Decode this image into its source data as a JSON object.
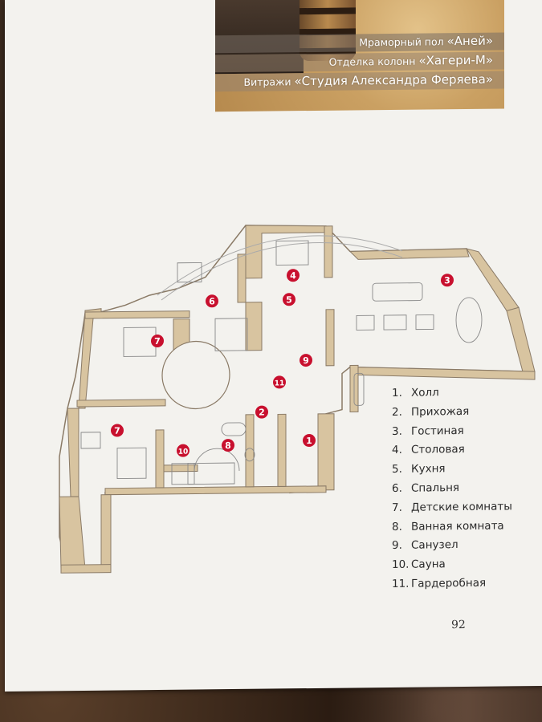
{
  "captions": {
    "line1_prefix": "Мраморный пол ",
    "line1_brand": "«Аней»",
    "line2_prefix": "Отделка колонн ",
    "line2_brand": "«Хагери-М»",
    "line3_prefix": "Витражи ",
    "line3_brand": "«Студия Александра Феряева»"
  },
  "plan_markers": [
    "1",
    "2",
    "3",
    "4",
    "5",
    "6",
    "7",
    "7",
    "8",
    "9",
    "10",
    "11"
  ],
  "legend": [
    {
      "num": "1.",
      "label": "Холл"
    },
    {
      "num": "2.",
      "label": "Прихожая"
    },
    {
      "num": "3.",
      "label": "Гостиная"
    },
    {
      "num": "4.",
      "label": "Столовая"
    },
    {
      "num": "5.",
      "label": "Кухня"
    },
    {
      "num": "6.",
      "label": "Спальня"
    },
    {
      "num": "7.",
      "label": "Детские комнаты"
    },
    {
      "num": "8.",
      "label": "Ванная комната"
    },
    {
      "num": "9.",
      "label": "Санузел"
    },
    {
      "num": "10.",
      "label": "Сауна"
    },
    {
      "num": "11.",
      "label": "Гардеробная"
    }
  ],
  "page_number": "92",
  "colors": {
    "wall": "#d8c4a0",
    "wall_stroke": "#8a7a66",
    "marker": "#c8102e",
    "paper": "#f3f2ee"
  }
}
